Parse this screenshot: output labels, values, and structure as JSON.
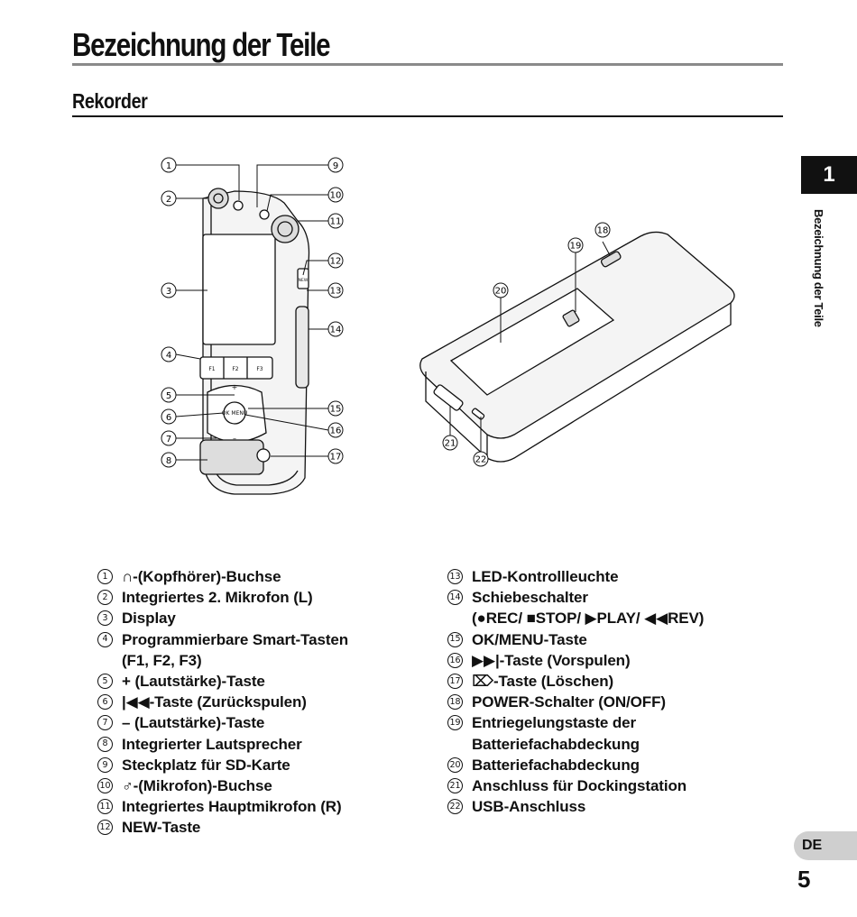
{
  "page": {
    "title": "Bezeichnung der Teile",
    "section": "Rekorder",
    "chapter_number": "1",
    "chapter_label": "Bezeichnung der Teile",
    "language": "DE",
    "page_number": "5"
  },
  "figure": {
    "callouts": [
      "1",
      "2",
      "3",
      "4",
      "5",
      "6",
      "7",
      "8",
      "9",
      "10",
      "11",
      "12",
      "13",
      "14",
      "15",
      "16",
      "17",
      "18",
      "19",
      "20",
      "21",
      "22"
    ],
    "button_labels": {
      "f1": "F1",
      "f2": "F2",
      "f3": "F3",
      "ok_menu": "OK\nMENU",
      "new": "NEW",
      "plus": "+",
      "minus": "–"
    }
  },
  "legend": {
    "left": [
      {
        "num": "1",
        "text": "∩-(Kopfhörer)-Buchse"
      },
      {
        "num": "2",
        "text": "Integriertes 2. Mikrofon (L)"
      },
      {
        "num": "3",
        "text": "Display"
      },
      {
        "num": "4",
        "text": "Programmierbare Smart-Tasten\n(F1, F2, F3)"
      },
      {
        "num": "5",
        "text": "+ (Lautstärke)-Taste"
      },
      {
        "num": "6",
        "text": "|◀◀-Taste (Zurückspulen)"
      },
      {
        "num": "7",
        "text": "– (Lautstärke)-Taste"
      },
      {
        "num": "8",
        "text": "Integrierter Lautsprecher"
      },
      {
        "num": "9",
        "text": "Steckplatz für SD-Karte"
      },
      {
        "num": "10",
        "text": "♂-(Mikrofon)-Buchse"
      },
      {
        "num": "11",
        "text": "Integriertes Hauptmikrofon (R)"
      },
      {
        "num": "12",
        "text": "NEW-Taste"
      }
    ],
    "right": [
      {
        "num": "13",
        "text": "LED-Kontrollleuchte"
      },
      {
        "num": "14",
        "text": "Schiebeschalter\n(●REC/ ■STOP/ ▶PLAY/ ◀◀REV)"
      },
      {
        "num": "15",
        "text": "OK/MENU-Taste"
      },
      {
        "num": "16",
        "text": "▶▶|-Taste (Vorspulen)"
      },
      {
        "num": "17",
        "text": "⌦-Taste (Löschen)"
      },
      {
        "num": "18",
        "text": "POWER-Schalter (ON/OFF)"
      },
      {
        "num": "19",
        "text": "Entriegelungstaste der\nBatteriefachabdeckung"
      },
      {
        "num": "20",
        "text": "Batteriefachabdeckung"
      },
      {
        "num": "21",
        "text": "Anschluss für Dockingstation"
      },
      {
        "num": "22",
        "text": "USB-Anschluss"
      }
    ]
  }
}
